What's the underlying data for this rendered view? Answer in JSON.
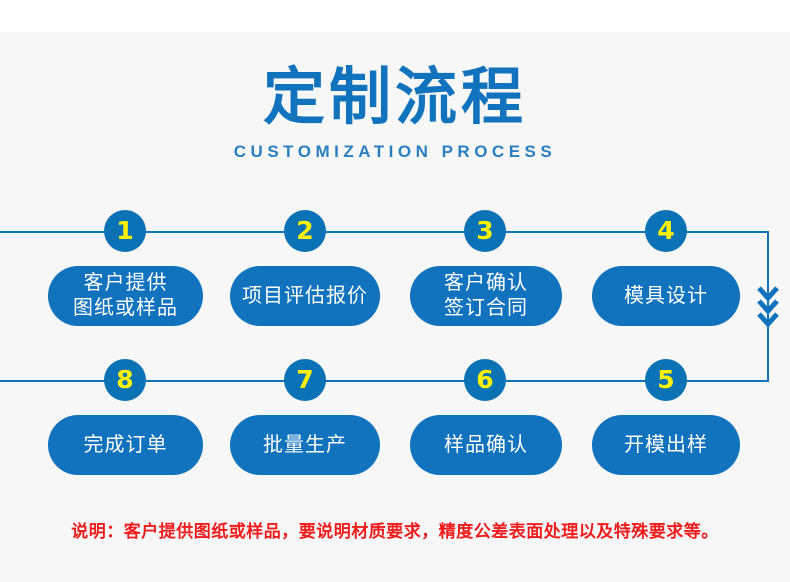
{
  "header": {
    "title": "定制流程",
    "subtitle": "CUSTOMIZATION PROCESS"
  },
  "colors": {
    "background": "#f7f7f7",
    "primary_blue": "#1172bd",
    "badge_blue": "#0b72b5",
    "badge_number": "#fff200",
    "pill_text": "#ffffff",
    "note_red": "#ee1c1c",
    "connector": "#1172bd"
  },
  "flow": {
    "top_row": [
      {
        "number": "1",
        "label": "客户提供\n图纸或样品"
      },
      {
        "number": "2",
        "label": "项目评估报价"
      },
      {
        "number": "3",
        "label": "客户确认\n签订合同"
      },
      {
        "number": "4",
        "label": "模具设计"
      }
    ],
    "bottom_row": [
      {
        "number": "8",
        "label": "完成订单"
      },
      {
        "number": "7",
        "label": "批量生产"
      },
      {
        "number": "6",
        "label": "样品确认"
      },
      {
        "number": "5",
        "label": "开模出样"
      }
    ],
    "turn_icon": "chevron-double-down-icon"
  },
  "note": {
    "text": "说明：客户提供图纸或样品，要说明材质要求，精度公差表面处理以及特殊要求等。"
  }
}
